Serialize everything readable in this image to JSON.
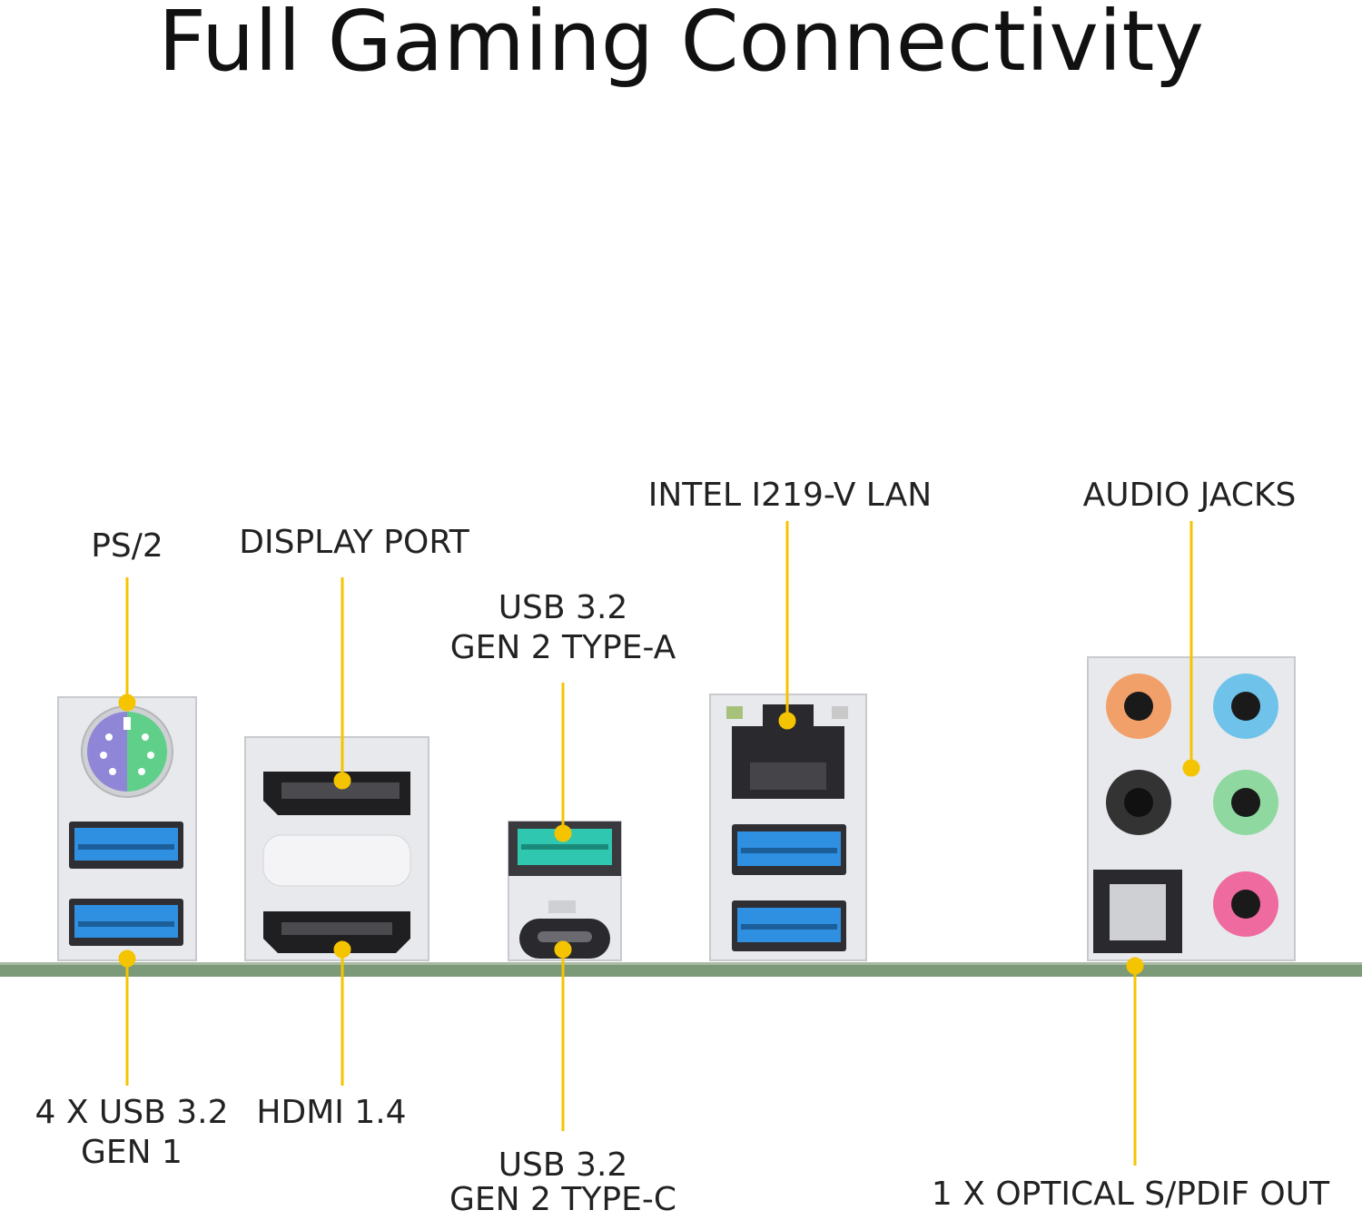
{
  "title": "Full Gaming Connectivity",
  "labels": {
    "ps2": "PS/2",
    "display_port": "DISPLAY PORT",
    "usb_a_line1": "USB 3.2",
    "usb_a_line2": "GEN 2 TYPE-A",
    "lan": "INTEL I219-V LAN",
    "audio": "AUDIO JACKS",
    "usb_gen1_line1": "4 X USB 3.2",
    "usb_gen1_line2": "GEN 1",
    "hdmi": "HDMI 1.4",
    "usb_c_line1": "USB 3.2",
    "usb_c_line2": "GEN 2 TYPE-C",
    "optical": "1 X OPTICAL S/PDIF OUT"
  },
  "colors": {
    "callout": "#f5c400",
    "usb3_blue": "#2f8fe0",
    "usb_gen2_teal": "#2fc7b0",
    "ps2_mouse_green": "#5fcf8a",
    "ps2_keyboard_purple": "#8f86d8",
    "audio_orange": "#f2a06a",
    "audio_blue": "#6fc3ea",
    "audio_black": "#333333",
    "audio_green": "#8fd8a0",
    "audio_pink": "#ee6a9f",
    "board_green": "#7c9a78",
    "metal": "#e8e9ec"
  }
}
